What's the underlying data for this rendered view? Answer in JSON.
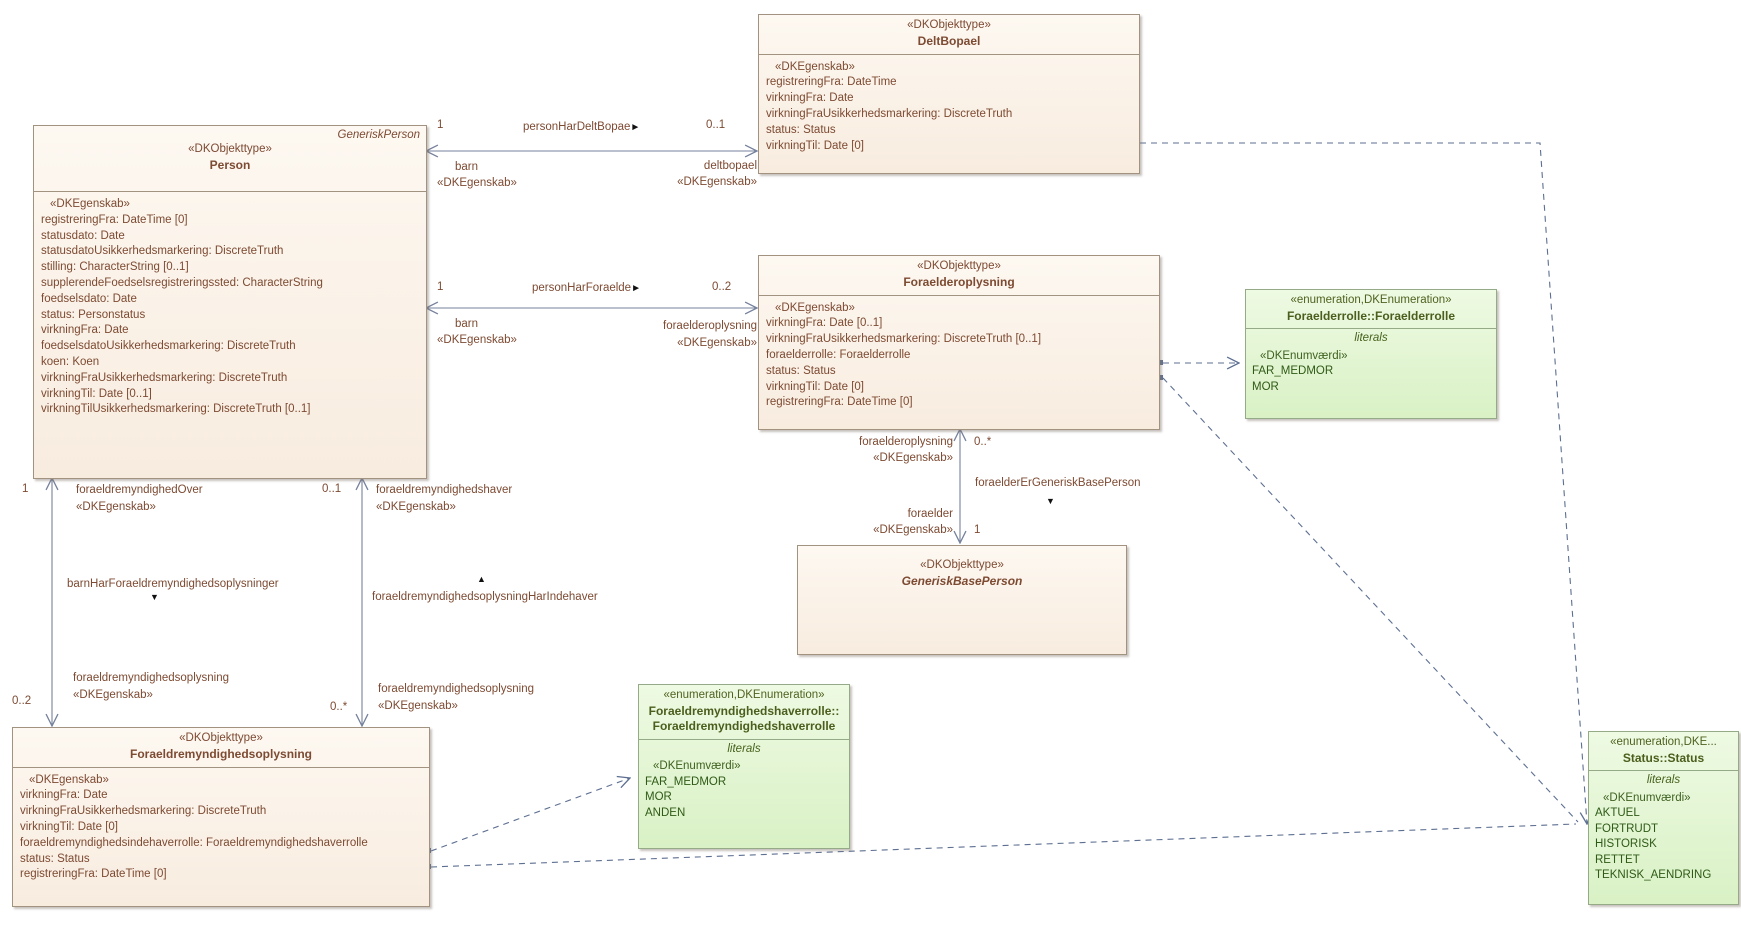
{
  "colors": {
    "class_fill_top": "#fdf8f1",
    "class_fill_bottom": "#f8ecdf",
    "class_border": "#a29381",
    "class_text": "#7d4a32",
    "enum_fill_top": "#eefae3",
    "enum_fill_bottom": "#d9f1c5",
    "enum_border": "#95ab88",
    "enum_text": "#2f5a16",
    "association_line": "#76819c",
    "dependency_line": "#5d6f91",
    "direction_arrow": "#111111"
  },
  "classes": {
    "person": {
      "tag": "GeneriskPerson",
      "stereotype": "«DKObjekttype»",
      "name": "Person",
      "attr_stereotype": "«DKEgenskab»",
      "attributes": [
        "registreringFra: DateTime [0]",
        "statusdato: Date",
        "statusdatoUsikkerhedsmarkering: DiscreteTruth",
        "stilling: CharacterString [0..1]",
        "supplerendeFoedselsregistreringssted: CharacterString",
        "foedselsdato: Date",
        "status: Personstatus",
        "virkningFra: Date",
        "foedselsdatoUsikkerhedsmarkering: DiscreteTruth",
        "koen: Koen",
        "virkningFraUsikkerhedsmarkering: DiscreteTruth",
        "virkningTil: Date [0..1]",
        "virkningTilUsikkerhedsmarkering: DiscreteTruth [0..1]"
      ]
    },
    "deltbopael": {
      "stereotype": "«DKObjekttype»",
      "name": "DeltBopael",
      "attr_stereotype": "«DKEgenskab»",
      "attributes": [
        "registreringFra: DateTime",
        "virkningFra: Date",
        "virkningFraUsikkerhedsmarkering: DiscreteTruth",
        "status: Status",
        "virkningTil: Date [0]"
      ]
    },
    "foraelderoplysning": {
      "stereotype": "«DKObjekttype»",
      "name": "Foraelderoplysning",
      "attr_stereotype": "«DKEgenskab»",
      "attributes": [
        "virkningFra: Date [0..1]",
        "virkningFraUsikkerhedsmarkering: DiscreteTruth [0..1]",
        "foraelderrolle: Foraelderrolle",
        "status: Status",
        "virkningTil: Date [0]",
        "registreringFra: DateTime [0]"
      ]
    },
    "generisk_base_person": {
      "stereotype": "«DKObjekttype»",
      "name": "GeneriskBasePerson"
    },
    "foraeldremyndighedsoplysning": {
      "stereotype": "«DKObjekttype»",
      "name": "Foraeldremyndighedsoplysning",
      "attr_stereotype": "«DKEgenskab»",
      "attributes": [
        "virkningFra: Date",
        "virkningFraUsikkerhedsmarkering: DiscreteTruth",
        "virkningTil: Date [0]",
        "foraeldremyndighedsindehaverrolle: Foraeldremyndighedshaverrolle",
        "status: Status",
        "registreringFra: DateTime [0]"
      ]
    }
  },
  "enums": {
    "foraelderrolle": {
      "stereotype": "«enumeration,DKEnumeration»",
      "name": "Foraelderrolle::Foraelderrolle",
      "literals_label": "literals",
      "value_stereotype": "«DKEnumværdi»",
      "values": [
        "FAR_MEDMOR",
        "MOR"
      ]
    },
    "foraeldremyndighedshaverrolle": {
      "stereotype": "«enumeration,DKEnumeration»",
      "name_line1": "Foraeldremyndighedshaverrolle::",
      "name_line2": "Foraeldremyndighedshaverrolle",
      "literals_label": "literals",
      "value_stereotype": "«DKEnumværdi»",
      "values": [
        "FAR_MEDMOR",
        "MOR",
        "ANDEN"
      ]
    },
    "status": {
      "stereotype": "«enumeration,DKE...",
      "name": "Status::Status",
      "literals_label": "literals",
      "value_stereotype": "«DKEnumværdi»",
      "values": [
        "AKTUEL",
        "FORTRUDT",
        "HISTORISK",
        "RETTET",
        "TEKNISK_AENDRING"
      ]
    }
  },
  "associations": {
    "person_deltbopael": {
      "name": "personHarDeltBopae",
      "dir": "►",
      "source_mult": "1",
      "target_mult": "0..1",
      "source_role": "barn",
      "source_role_stereo": "«DKEgenskab»",
      "target_role": "deltbopael",
      "target_role_stereo": "«DKEgenskab»"
    },
    "person_foraelderoplysning": {
      "name": "personHarForaelde",
      "dir": "►",
      "source_mult": "1",
      "target_mult": "0..2",
      "source_role": "barn",
      "source_role_stereo": "«DKEgenskab»",
      "target_role": "foraelderoplysning",
      "target_role_stereo": "«DKEgenskab»"
    },
    "barn_har_fmo": {
      "name": "barnHarForaeldremyndighedsoplysninger",
      "dir": "▼",
      "source_mult": "1",
      "target_mult": "0..2",
      "source_role": "foraeldremyndighedOver",
      "source_role_stereo": "«DKEgenskab»",
      "target_role": "foraeldremyndighedsoplysning",
      "target_role_stereo": "«DKEgenskab»"
    },
    "fmo_har_indehaver": {
      "name": "foraeldremyndighedsoplysningHarIndehaver",
      "dir": "▲",
      "source_mult": "0..1",
      "target_mult": "0..*",
      "source_role": "foraeldremyndighedshaver",
      "source_role_stereo": "«DKEgenskab»",
      "target_role": "foraeldremyndighedsoplysning",
      "target_role_stereo": "«DKEgenskab»"
    },
    "foraelder_er_gbp": {
      "name": "foraelderErGeneriskBasePerson",
      "dir": "▼",
      "source_mult": "0..*",
      "target_mult": "1",
      "source_role": "foraelderoplysning",
      "source_role_stereo": "«DKEgenskab»",
      "target_role": "foraelder",
      "target_role_stereo": "«DKEgenskab»"
    }
  }
}
